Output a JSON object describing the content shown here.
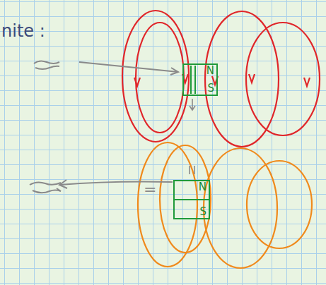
{
  "diagram": {
    "nodes": [
      {
        "text": [
          "N",
          "S"
        ]
      },
      {
        "text": [
          "N",
          "S"
        ]
      }
    ],
    "labels": [
      "nite :",
      "="
    ]
  }
}
